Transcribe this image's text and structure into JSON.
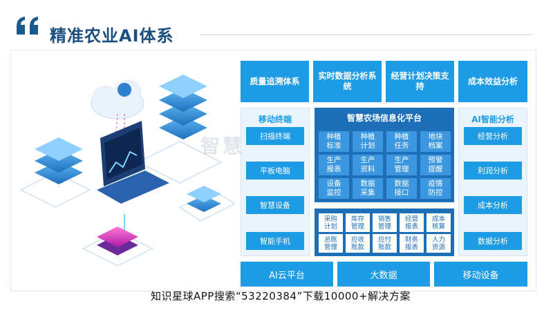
{
  "header": {
    "title": "精准农业AI体系"
  },
  "top_cards": [
    "质量追溯体系",
    "实时数据分析系统",
    "经营计划决策支持",
    "成本效益分析"
  ],
  "left_column": {
    "title": "移动终端",
    "items": [
      "扫描终端",
      "平板电脑",
      "智慧设备",
      "智能手机"
    ]
  },
  "center": {
    "title": "智慧农场信息化平台",
    "grid": [
      [
        "种植标准",
        "种植计划",
        "种植任务",
        "地块档案"
      ],
      [
        "生产报表",
        "生产资料",
        "生产管理",
        "预警提醒"
      ],
      [
        "设备监控",
        "数据采集",
        "数据接口",
        "疫情防控"
      ]
    ],
    "bottom_grid": [
      [
        "采购计划",
        "库存管理",
        "销售管理",
        "经营报表",
        "成本核算"
      ],
      [
        "总账管理",
        "应收账款",
        "应付账款",
        "财务报表",
        "人力资源"
      ]
    ]
  },
  "right_column": {
    "title": "AI智能分析",
    "items": [
      "经营分析",
      "利润分析",
      "成本分析",
      "数据分析"
    ]
  },
  "bottom_bars": [
    "AI云平台",
    "大数据",
    "移动设备"
  ],
  "watermark": "智慧",
  "footer": "知识星球APP搜索“53220384”下载10000+解决方案",
  "colors": {
    "title": "#1a4e7e",
    "accent": "#1d9be4",
    "platform": "#1d6fb8"
  }
}
